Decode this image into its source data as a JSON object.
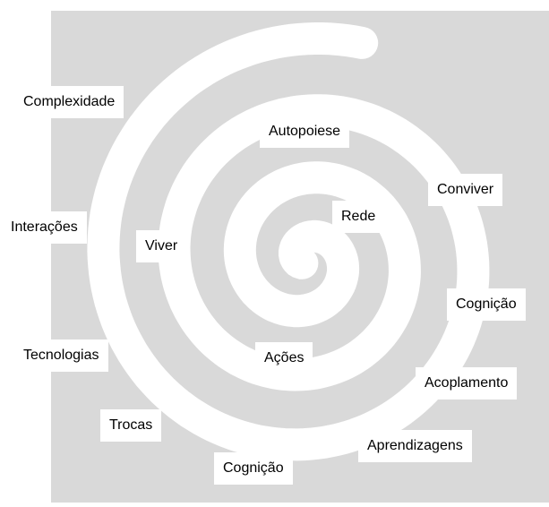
{
  "colors": {
    "background": "#d9d9d9",
    "spiral": "#ffffff",
    "page": "#ffffff",
    "text": "#000000"
  },
  "labels": {
    "complexidade": "Complexidade",
    "autopoiese": "Autopoiese",
    "conviver": "Conviver",
    "rede": "Rede",
    "interacoes": "Interações",
    "viver": "Viver",
    "cognicao_right": "Cognição",
    "tecnologias": "Tecnologias",
    "acoes": "Ações",
    "acoplamento": "Acoplamento",
    "trocas": "Trocas",
    "aprendizagens": "Aprendizagens",
    "cognicao_bottom": "Cognição"
  }
}
